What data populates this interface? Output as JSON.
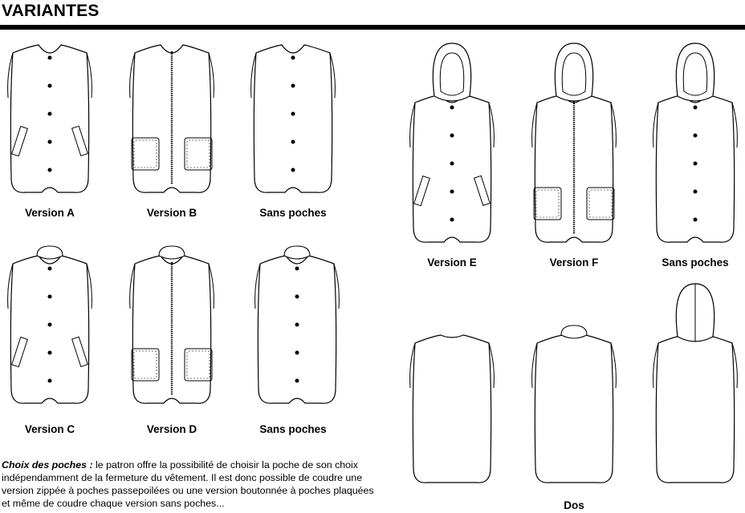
{
  "header": {
    "title": "VARIANTES"
  },
  "captions": {
    "version_a": "Version A",
    "version_b": "Version B",
    "sans_poches_1": "Sans poches",
    "version_c": "Version C",
    "version_d": "Version D",
    "sans_poches_2": "Sans poches",
    "version_e": "Version E",
    "version_f": "Version F",
    "sans_poches_3": "Sans poches",
    "dos": "Dos"
  },
  "note": {
    "lead": "Choix des poches :",
    "body": " le patron offre la possibilité de choisir la poche de son choix indépendamment de la fermeture du vêtement. Il est donc possible de coudre une version zippée à poches passepoilées ou une version boutonnée à poches plaquées et même de coudre chaque version sans poches..."
  },
  "illustrations": [
    {
      "id": "version-a",
      "collar": "round",
      "closure": "buttons",
      "pockets": "welt"
    },
    {
      "id": "version-b",
      "collar": "round",
      "closure": "zip",
      "pockets": "patch"
    },
    {
      "id": "sans-poches-1",
      "collar": "round",
      "closure": "buttons",
      "pockets": "none"
    },
    {
      "id": "version-c",
      "collar": "stand",
      "closure": "buttons",
      "pockets": "welt"
    },
    {
      "id": "version-d",
      "collar": "stand",
      "closure": "zip",
      "pockets": "patch"
    },
    {
      "id": "sans-poches-2",
      "collar": "stand",
      "closure": "buttons",
      "pockets": "none"
    },
    {
      "id": "version-e",
      "collar": "hood",
      "closure": "buttons",
      "pockets": "welt"
    },
    {
      "id": "version-f",
      "collar": "hood",
      "closure": "zip",
      "pockets": "patch"
    },
    {
      "id": "sans-poches-3",
      "collar": "hood",
      "closure": "buttons",
      "pockets": "none"
    },
    {
      "id": "dos-round",
      "collar": "round",
      "closure": "none",
      "pockets": "none",
      "back": true
    },
    {
      "id": "dos-stand",
      "collar": "stand",
      "closure": "none",
      "pockets": "none",
      "back": true
    },
    {
      "id": "dos-hood",
      "collar": "hood",
      "closure": "none",
      "pockets": "none",
      "back": true
    }
  ]
}
